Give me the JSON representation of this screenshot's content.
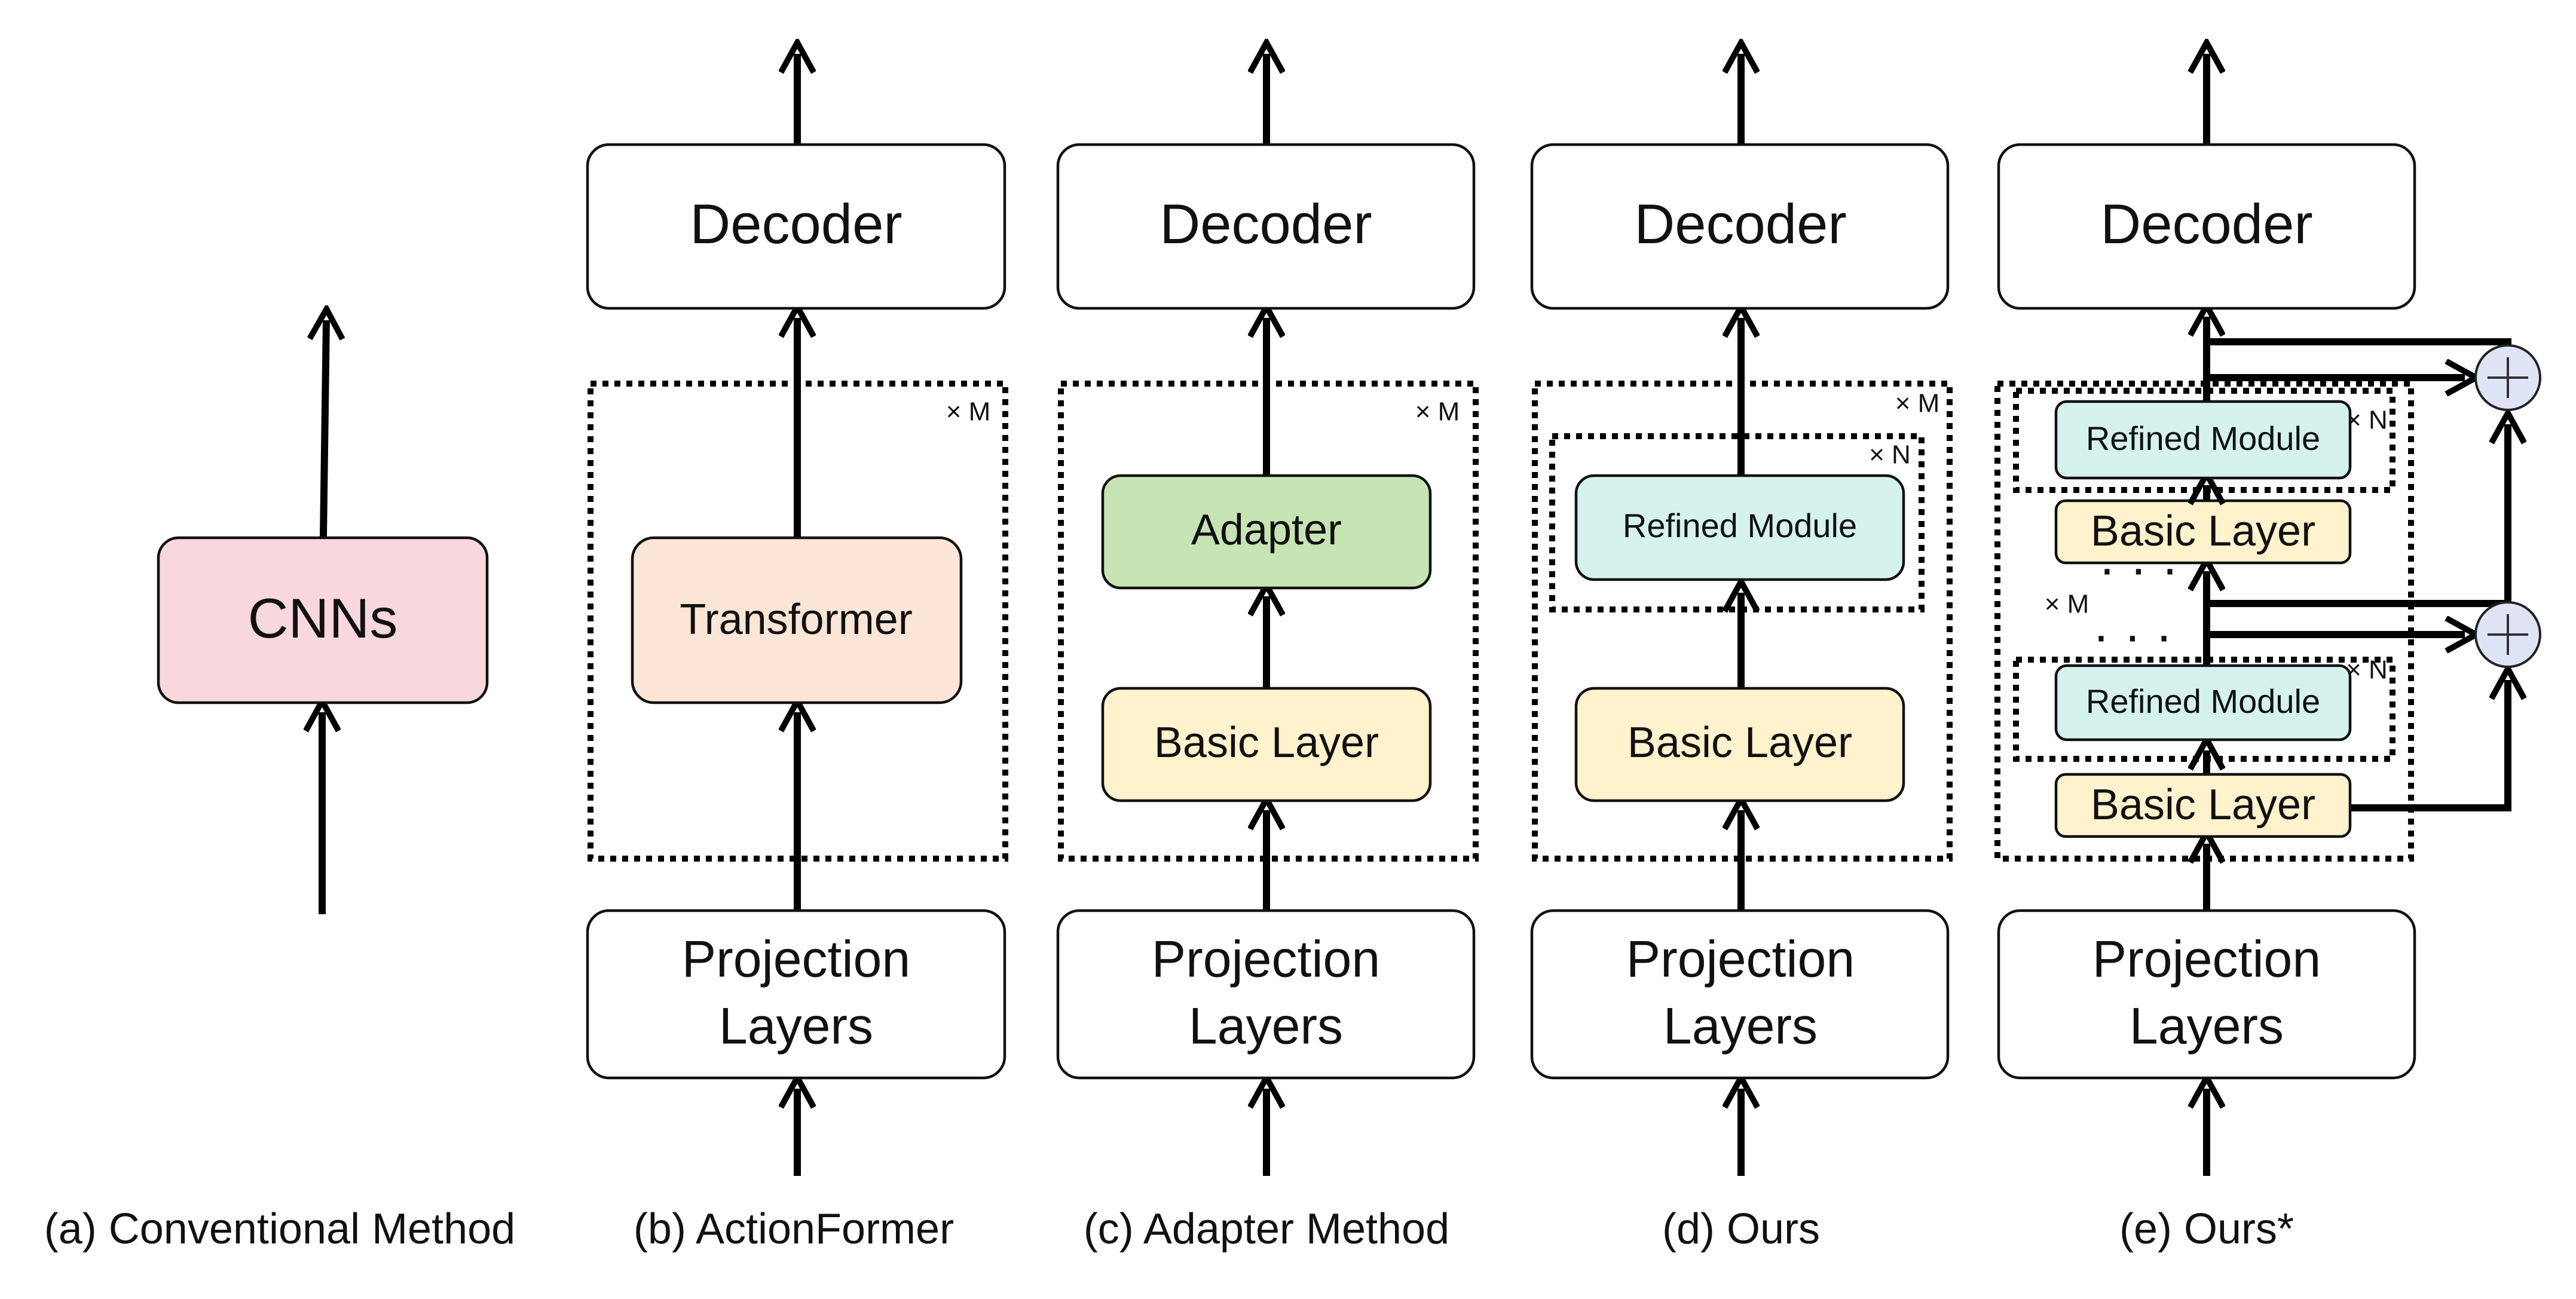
{
  "colors": {
    "cnn_fill": "#f8d7de",
    "transformer_fill": "#fbe5d6",
    "adapter_fill": "#c7e4b4",
    "basic_fill": "#fff2cc",
    "refined_fill": "#d5f2ee",
    "sum_fill": "#dfe3f6",
    "white": "#ffffff"
  },
  "panels": {
    "a": {
      "caption": "(a) Conventional Method",
      "block": "CNNs"
    },
    "b": {
      "caption": "(b) ActionFormer",
      "decoder": "Decoder",
      "block": "Transformer",
      "multiplier": "× M",
      "proj_line1": "Projection",
      "proj_line2": "Layers"
    },
    "c": {
      "caption": "(c) Adapter Method",
      "decoder": "Decoder",
      "top_block": "Adapter",
      "bottom_block": "Basic Layer",
      "multiplier": "× M",
      "proj_line1": "Projection",
      "proj_line2": "Layers"
    },
    "d": {
      "caption": "(d) Ours",
      "decoder": "Decoder",
      "top_block": "Refined Module",
      "bottom_block": "Basic Layer",
      "outer_multiplier": "× M",
      "inner_multiplier": "× N",
      "proj_line1": "Projection",
      "proj_line2": "Layers"
    },
    "e": {
      "caption": "(e) Ours*",
      "decoder": "Decoder",
      "refined_upper": "Refined Module",
      "basic_upper": "Basic Layer",
      "refined_lower": "Refined Module",
      "basic_lower": "Basic Layer",
      "inner_multiplier_upper": "× N",
      "inner_multiplier_lower": "× N",
      "outer_multiplier": "× M",
      "ellipsis_upper": "· · ·",
      "ellipsis_lower": "· · ·",
      "proj_line1": "Projection",
      "proj_line2": "Layers"
    }
  }
}
